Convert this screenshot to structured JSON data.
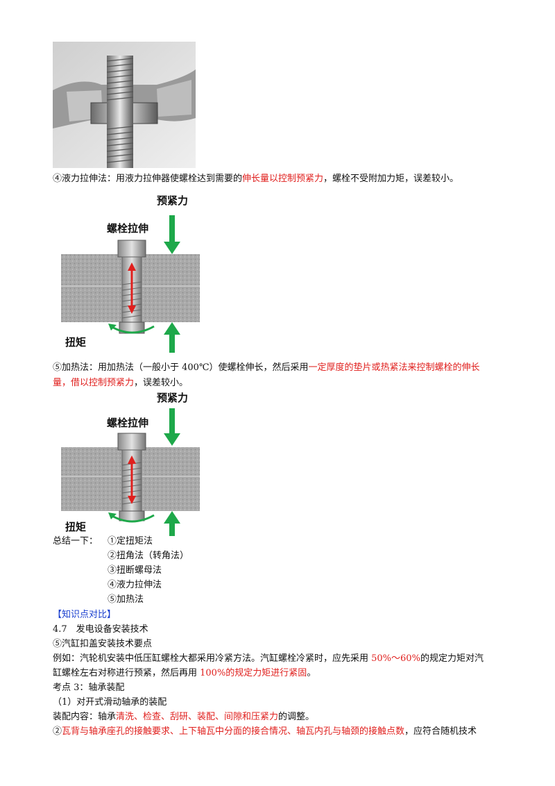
{
  "method4": {
    "prefix": "④液力拉伸法：用液力拉伸器使螺栓达到需要的",
    "highlight": "伸长量以控制预紧力",
    "suffix": "，螺栓不受附加力矩，误差较小。"
  },
  "diagram_labels": {
    "preload": "预紧力",
    "stretch": "螺栓拉伸",
    "torque": "扭矩"
  },
  "method5": {
    "prefix": "⑤加热法：用加热法（一般小于 400℃）使螺栓伸长，然后采用",
    "highlight1": "一定厚度的垫片或热紧法来控制螺栓的伸长",
    "highlight2": "量，借以控制预紧力",
    "suffix": "，误差较小。"
  },
  "summary": {
    "label": "总结一下：",
    "items": [
      "①定扭矩法",
      "②扭角法（转角法）",
      "③扭断螺母法",
      "④液力拉伸法",
      "⑤加热法"
    ]
  },
  "compare_tag": "【知识点对比】",
  "section_title": "4.7　发电设备安装技术",
  "sub_title": "⑤汽缸扣盖安装技术要点",
  "example": {
    "line1_prefix": "例如：汽轮机安装中低压缸螺栓大都采用冷紧方法。汽缸螺栓冷紧时，应先采用 ",
    "line1_red": "50%～60%",
    "line1_suffix": "的规定力矩对汽",
    "line2_prefix": "缸螺栓左右对称进行预紧，然后再用 ",
    "line2_red": "100%的规定力矩进行紧固",
    "line2_suffix": "。"
  },
  "kaodian": "考点 3：轴承装配",
  "item1": "（1）对开式滑动轴承的装配",
  "assembly": {
    "prefix": "装配内容：轴承",
    "red": "清洗、检查、刮研、装配、间隙和压紧力",
    "suffix": "的调整。"
  },
  "item2": {
    "prefix": "②",
    "red": "瓦背与轴承座孔的接触要求、上下轴瓦中分面的接合情况、轴瓦内孔与轴颈的接触点数",
    "suffix": "，应符合随机技术"
  }
}
